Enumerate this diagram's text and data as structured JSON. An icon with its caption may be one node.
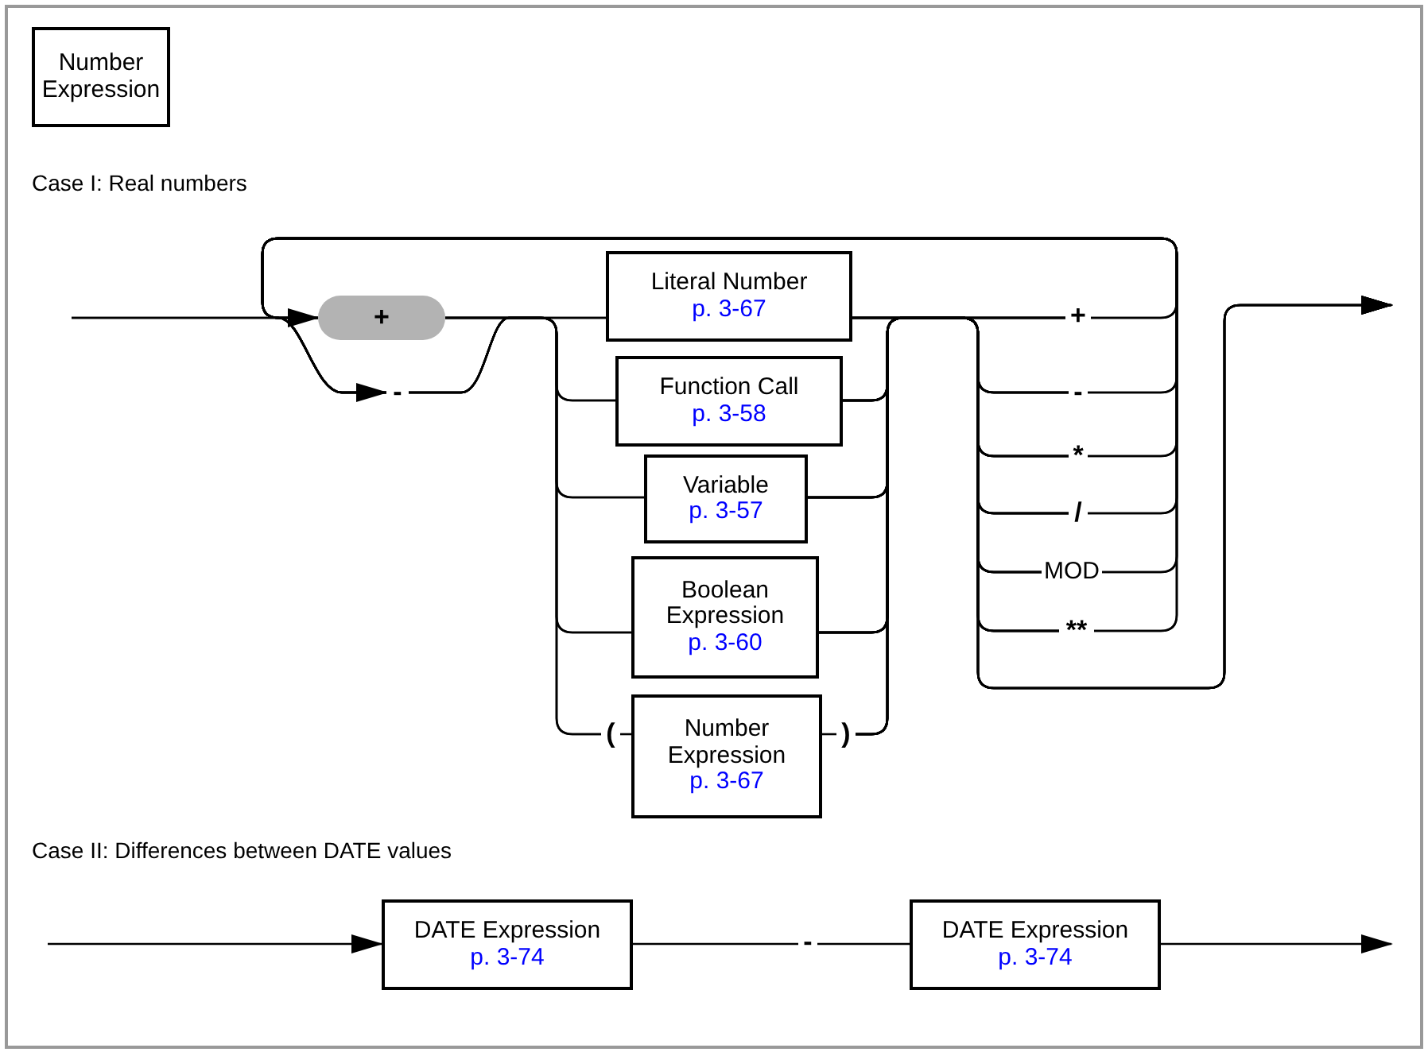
{
  "diagram": {
    "nodes": [
      {
        "text": [
          "Number Expression"
        ]
      },
      {
        "text": [
          "+"
        ]
      },
      {
        "text": [
          "-"
        ]
      },
      {
        "text": [
          "Literal Number",
          "p. 3-67"
        ]
      },
      {
        "text": [
          "Function Call",
          "p. 3-58"
        ]
      },
      {
        "text": [
          "Variable",
          "p. 3-57"
        ]
      },
      {
        "text": [
          "Boolean Expression",
          "p. 3-60"
        ]
      },
      {
        "text": [
          "("
        ]
      },
      {
        "text": [
          "Number Expression",
          "p. 3-67"
        ]
      },
      {
        "text": [
          ")"
        ]
      },
      {
        "text": [
          "+"
        ]
      },
      {
        "text": [
          "-"
        ]
      },
      {
        "text": [
          "*"
        ]
      },
      {
        "text": [
          "/"
        ]
      },
      {
        "text": [
          "MOD"
        ]
      },
      {
        "text": [
          "**"
        ]
      },
      {
        "text": [
          "DATE Expression",
          "p. 3-74"
        ]
      },
      {
        "text": [
          "-"
        ]
      },
      {
        "text": [
          "DATE Expression",
          "p. 3-74"
        ]
      }
    ],
    "edges": [
      {
        "from": null,
        "to": 1,
        "arrow": "to"
      },
      {
        "from": null,
        "to": 2,
        "arrow": "to"
      },
      {
        "from": 1,
        "to": 3,
        "arrow": "none"
      },
      {
        "from": 1,
        "to": 4,
        "arrow": "none"
      },
      {
        "from": 1,
        "to": 5,
        "arrow": "none"
      },
      {
        "from": 1,
        "to": 6,
        "arrow": "none"
      },
      {
        "from": 1,
        "to": 7,
        "arrow": "none"
      },
      {
        "from": 2,
        "to": 3,
        "arrow": "none"
      },
      {
        "from": 2,
        "to": 4,
        "arrow": "none"
      },
      {
        "from": 2,
        "to": 5,
        "arrow": "none"
      },
      {
        "from": 2,
        "to": 6,
        "arrow": "none"
      },
      {
        "from": 2,
        "to": 7,
        "arrow": "none"
      },
      {
        "from": 7,
        "to": 8,
        "arrow": "none"
      },
      {
        "from": 8,
        "to": 9,
        "arrow": "none"
      },
      {
        "from": 3,
        "to": 10,
        "arrow": "none"
      },
      {
        "from": 3,
        "to": 11,
        "arrow": "none"
      },
      {
        "from": 3,
        "to": 12,
        "arrow": "none"
      },
      {
        "from": 3,
        "to": 13,
        "arrow": "none"
      },
      {
        "from": 3,
        "to": 14,
        "arrow": "none"
      },
      {
        "from": 3,
        "to": 15,
        "arrow": "none"
      },
      {
        "from": 4,
        "to": 10,
        "arrow": "none"
      },
      {
        "from": 4,
        "to": 11,
        "arrow": "none"
      },
      {
        "from": 4,
        "to": 12,
        "arrow": "none"
      },
      {
        "from": 4,
        "to": 13,
        "arrow": "none"
      },
      {
        "from": 4,
        "to": 14,
        "arrow": "none"
      },
      {
        "from": 4,
        "to": 15,
        "arrow": "none"
      },
      {
        "from": 5,
        "to": 10,
        "arrow": "none"
      },
      {
        "from": 5,
        "to": 11,
        "arrow": "none"
      },
      {
        "from": 5,
        "to": 12,
        "arrow": "none"
      },
      {
        "from": 5,
        "to": 13,
        "arrow": "none"
      },
      {
        "from": 5,
        "to": 14,
        "arrow": "none"
      },
      {
        "from": 5,
        "to": 15,
        "arrow": "none"
      },
      {
        "from": 6,
        "to": 10,
        "arrow": "none"
      },
      {
        "from": 6,
        "to": 11,
        "arrow": "none"
      },
      {
        "from": 6,
        "to": 12,
        "arrow": "none"
      },
      {
        "from": 6,
        "to": 13,
        "arrow": "none"
      },
      {
        "from": 6,
        "to": 14,
        "arrow": "none"
      },
      {
        "from": 6,
        "to": 15,
        "arrow": "none"
      },
      {
        "from": 9,
        "to": 10,
        "arrow": "none"
      },
      {
        "from": 9,
        "to": 11,
        "arrow": "none"
      },
      {
        "from": 9,
        "to": 12,
        "arrow": "none"
      },
      {
        "from": 9,
        "to": 13,
        "arrow": "none"
      },
      {
        "from": 9,
        "to": 14,
        "arrow": "none"
      },
      {
        "from": 9,
        "to": 15,
        "arrow": "none"
      },
      {
        "from": 10,
        "to": 1,
        "arrow": "none"
      },
      {
        "from": 10,
        "to": 2,
        "arrow": "none"
      },
      {
        "from": 11,
        "to": 1,
        "arrow": "none"
      },
      {
        "from": 11,
        "to": 2,
        "arrow": "none"
      },
      {
        "from": 12,
        "to": 1,
        "arrow": "none"
      },
      {
        "from": 12,
        "to": 2,
        "arrow": "none"
      },
      {
        "from": 13,
        "to": 1,
        "arrow": "none"
      },
      {
        "from": 13,
        "to": 2,
        "arrow": "none"
      },
      {
        "from": 14,
        "to": 1,
        "arrow": "none"
      },
      {
        "from": 14,
        "to": 2,
        "arrow": "none"
      },
      {
        "from": 15,
        "to": 1,
        "arrow": "none"
      },
      {
        "from": 15,
        "to": 2,
        "arrow": "none"
      },
      {
        "from": 3,
        "to": null,
        "arrow": "to"
      },
      {
        "from": 4,
        "to": null,
        "arrow": "to"
      },
      {
        "from": 5,
        "to": null,
        "arrow": "to"
      },
      {
        "from": 6,
        "to": null,
        "arrow": "to"
      },
      {
        "from": 9,
        "to": null,
        "arrow": "to"
      },
      {
        "from": null,
        "to": 16,
        "arrow": "to"
      },
      {
        "from": 16,
        "to": 17,
        "arrow": "none"
      },
      {
        "from": 17,
        "to": 18,
        "arrow": "none"
      },
      {
        "from": 18,
        "to": null,
        "arrow": "to"
      }
    ],
    "labels": [
      "Case I: Real numbers",
      "Case II: Differences between DATE values"
    ]
  }
}
